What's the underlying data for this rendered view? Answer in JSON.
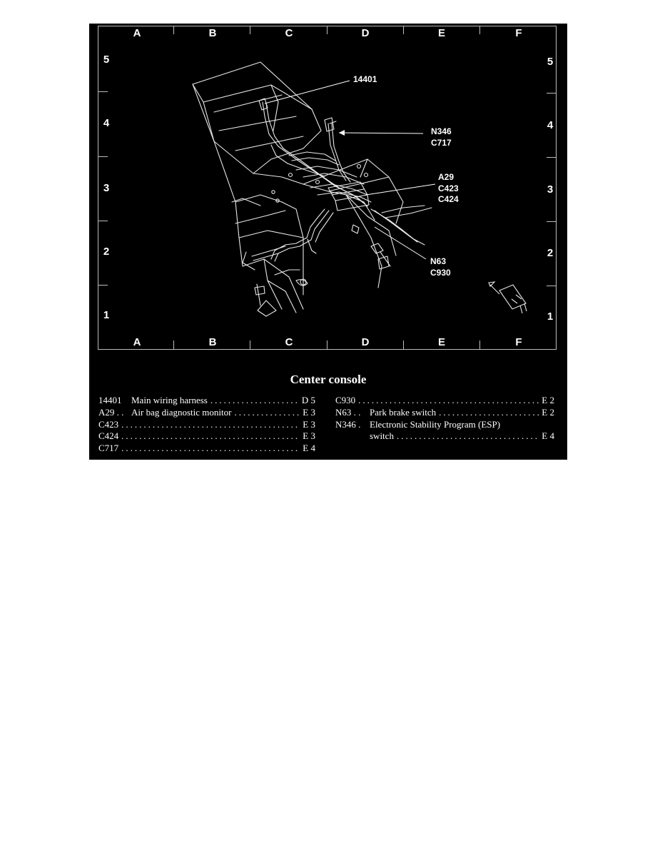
{
  "grid": {
    "columns": [
      "A",
      "B",
      "C",
      "D",
      "E",
      "F"
    ],
    "rows": [
      "5",
      "4",
      "3",
      "2",
      "1"
    ]
  },
  "callouts": {
    "harness": "14401",
    "n346_a": "N346",
    "n346_b": "C717",
    "a29_a": "A29",
    "a29_b": "C423",
    "a29_c": "C424",
    "n63_a": "N63",
    "n63_b": "C930"
  },
  "legend": {
    "title": "Center console",
    "left": [
      {
        "code": "14401",
        "desc": "Main wiring harness",
        "loc": "D 5"
      },
      {
        "code": "A29 . .",
        "desc": "Air bag diagnostic monitor",
        "loc": "E 3"
      },
      {
        "code": "C423",
        "desc": "",
        "loc": "E 3"
      },
      {
        "code": "C424",
        "desc": "",
        "loc": "E 3"
      },
      {
        "code": "C717",
        "desc": "",
        "loc": "E 4"
      }
    ],
    "right": [
      {
        "code": "C930",
        "desc": "",
        "loc": "E 2"
      },
      {
        "code": "N63 . .",
        "desc": "Park brake switch",
        "loc": "E 2"
      },
      {
        "code": "N346 .",
        "desc": "Electronic Stability Program (ESP)",
        "loc": ""
      },
      {
        "code": "",
        "desc": "switch",
        "loc": "E 4"
      }
    ]
  }
}
